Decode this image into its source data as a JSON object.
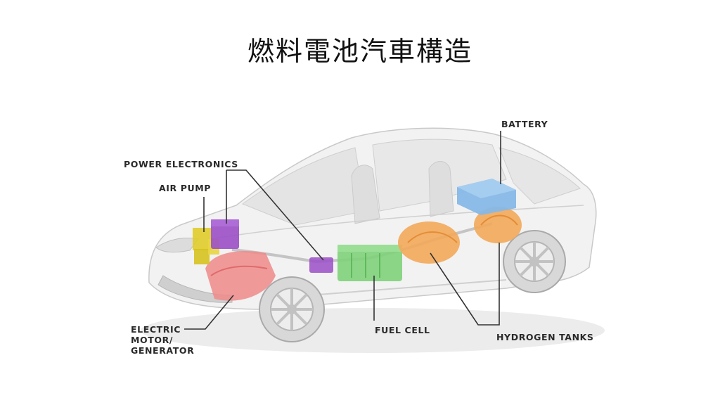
{
  "title": "燃料電池汽車構造",
  "labels": {
    "power_electronics": "POWER ELECTRONICS",
    "air_pump": "AIR PUMP",
    "electric_motor": "ELECTRIC\nMOTOR/\nGENERATOR",
    "fuel_cell": "FUEL CELL",
    "battery": "BATTERY",
    "hydrogen_tanks": "HYDROGEN TANKS"
  },
  "colors": {
    "power_electronics": "#9b4fc7",
    "air_pump": "#e0cc2a",
    "electric_motor": "#f08a8a",
    "fuel_cell": "#7ed27a",
    "battery": "#86b8e6",
    "hydrogen_tanks": "#f3a85a",
    "leader_line": "#333333"
  }
}
